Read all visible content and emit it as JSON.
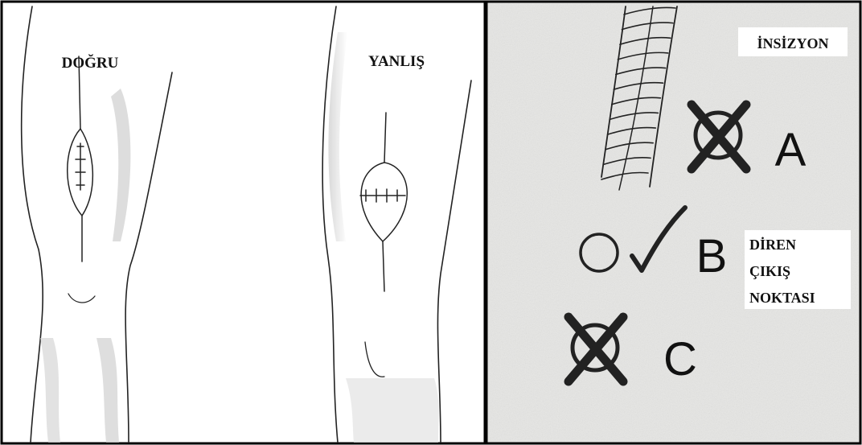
{
  "left_panel": {
    "label_correct": "DOĞRU",
    "label_wrong": "YANLIŞ"
  },
  "right_panel": {
    "label_incision": "İNSİZYON",
    "options": [
      {
        "letter": "A",
        "mark": "x-circle-icon"
      },
      {
        "letter": "B",
        "mark": "check-icon"
      },
      {
        "letter": "C",
        "mark": "x-circle-icon"
      }
    ],
    "drain_label": [
      "DİREN",
      "ÇIKIŞ",
      "NOKTASI"
    ]
  },
  "colors": {
    "ink": "#222222",
    "right_background": "#e6e6e4",
    "border": "#000000"
  }
}
